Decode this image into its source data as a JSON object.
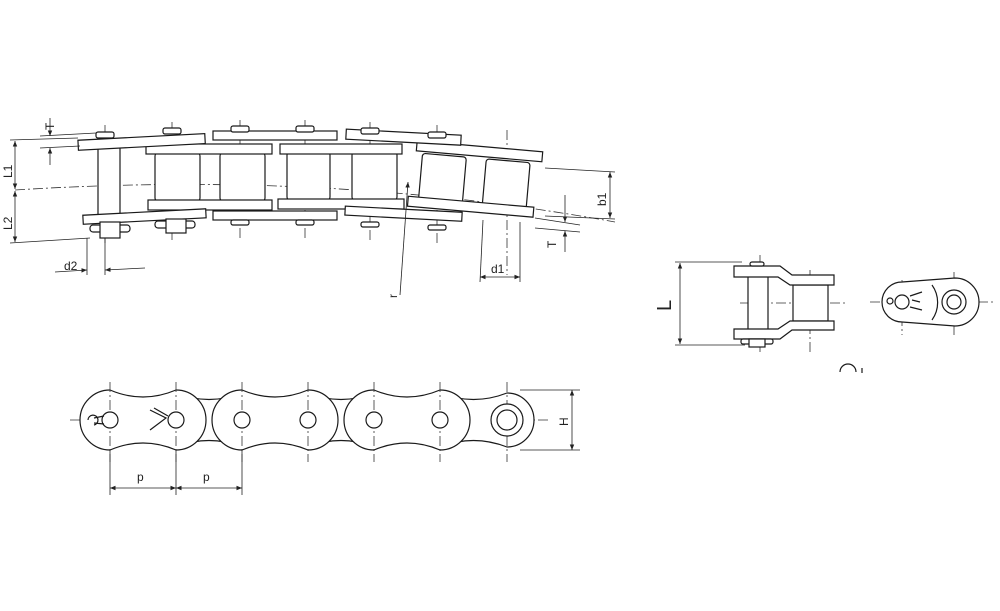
{
  "title": "Roller chain dimension drawing",
  "labels": {
    "T_top": "T",
    "L1": "L1",
    "L2": "L2",
    "d2": "d2",
    "r": "r",
    "d1": "d1",
    "T_bottom": "T",
    "b1": "b1",
    "L": "L",
    "p1": "p",
    "p2": "p",
    "H": "H"
  }
}
